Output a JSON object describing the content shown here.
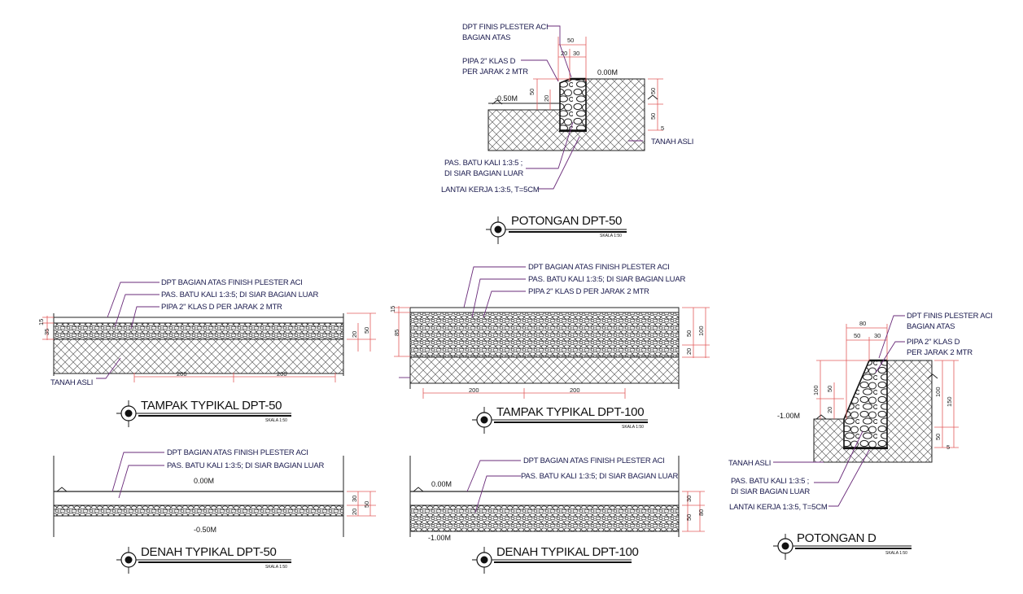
{
  "colors": {
    "leader": "#6a2b7a",
    "dimension": "#e25b5b",
    "line": "#222222",
    "hatch": "#555555"
  },
  "potongan_dpt50": {
    "label_finish_1": "DPT FINIS PLESTER ACI",
    "label_finish_2": "BAGIAN ATAS",
    "label_pipa_1": "PIPA 2\" KLAS D",
    "label_pipa_2": "PER JARAK 2 MTR",
    "label_pas_1": "PAS. BATU KALI 1:3:5 ;",
    "label_pas_2": "DI SIAR BAGIAN LUAR",
    "label_lantai": "LANTAI KERJA 1:3:5, T=5CM",
    "label_tanah": "TANAH ASLI",
    "level_top": "0.00M",
    "level_low": "-0.50M",
    "dim_50_top": "50",
    "dim_20": "20",
    "dim_30": "30",
    "dim_50_left": "50",
    "dim_20_left": "20",
    "dim_50_r1": "50",
    "dim_50_r2": "50",
    "dim_5": "5",
    "title": "POTONGAN DPT-50",
    "scale": "SKALA 1:50"
  },
  "tampak_dpt50": {
    "label_finish": "DPT BAGIAN ATAS FINISH PLESTER ACI",
    "label_pas": "PAS. BATU KALI 1:3:5; DI SIAR BAGIAN LUAR",
    "label_pipa": "PIPA 2\" KLAS D PER JARAK 2 MTR",
    "label_tanah": "TANAH ASLI",
    "dim_15": "15",
    "dim_35": "35",
    "dim_20": "20",
    "dim_50": "50",
    "dim_200a": "200",
    "dim_200b": "200",
    "title": "TAMPAK TYPIKAL DPT-50",
    "scale": "SKALA 1:50"
  },
  "tampak_dpt100": {
    "label_finish": "DPT BAGIAN ATAS FINISH PLESTER ACI",
    "label_pas": "PAS. BATU KALI 1:3:5; DI SIAR BAGIAN LUAR",
    "label_pipa": "PIPA 2\" KLAS D PER JARAK 2 MTR",
    "dim_15": "15",
    "dim_85": "85",
    "dim_50": "50",
    "dim_20": "20",
    "dim_100": "100",
    "dim_200a": "200",
    "dim_200b": "200",
    "title": "TAMPAK TYPIKAL DPT-100",
    "scale": "SKALA 1:50"
  },
  "potongan_d": {
    "label_finish_1": "DPT FINIS PLESTER ACI",
    "label_finish_2": "BAGIAN ATAS",
    "label_pipa_1": "PIPA 2\" KLAS D",
    "label_pipa_2": "PER JARAK 2 MTR",
    "label_tanah": "TANAH ASLI",
    "label_pas_1": "PAS. BATU KALI 1:3:5 ;",
    "label_pas_2": "DI SIAR BAGIAN LUAR",
    "label_lantai": "LANTAI KERJA 1:3:5, T=5CM",
    "level_low": "-1.00M",
    "dim_80": "80",
    "dim_50": "50",
    "dim_30": "30",
    "dim_100_l": "100",
    "dim_50_l": "50",
    "dim_20_l": "20",
    "dim_100_r": "100",
    "dim_150": "150",
    "dim_50_r": "50",
    "dim_5": "5",
    "title": "POTONGAN D",
    "scale": "SKALA 1:50"
  },
  "denah_dpt50": {
    "label_finish": "DPT BAGIAN ATAS FINISH PLESTER ACI",
    "label_pas": "PAS. BATU KALI 1:3:5; DI SIAR BAGIAN LUAR",
    "level_top": "0.00M",
    "level_low": "-0.50M",
    "dim_30": "30",
    "dim_20": "20",
    "dim_50": "50",
    "title": "DENAH TYPIKAL DPT-50",
    "scale": "SKALA 1:50"
  },
  "denah_dpt100": {
    "label_finish": "DPT BAGIAN ATAS FINISH PLESTER ACI",
    "label_pas": "PAS. BATU KALI 1:3:5; DI SIAR BAGIAN LUAR",
    "level_top": "0.00M",
    "level_low": "-1.00M",
    "dim_30": "30",
    "dim_50": "50",
    "dim_80": "80",
    "title": "DENAH TYPIKAL DPT-100"
  }
}
